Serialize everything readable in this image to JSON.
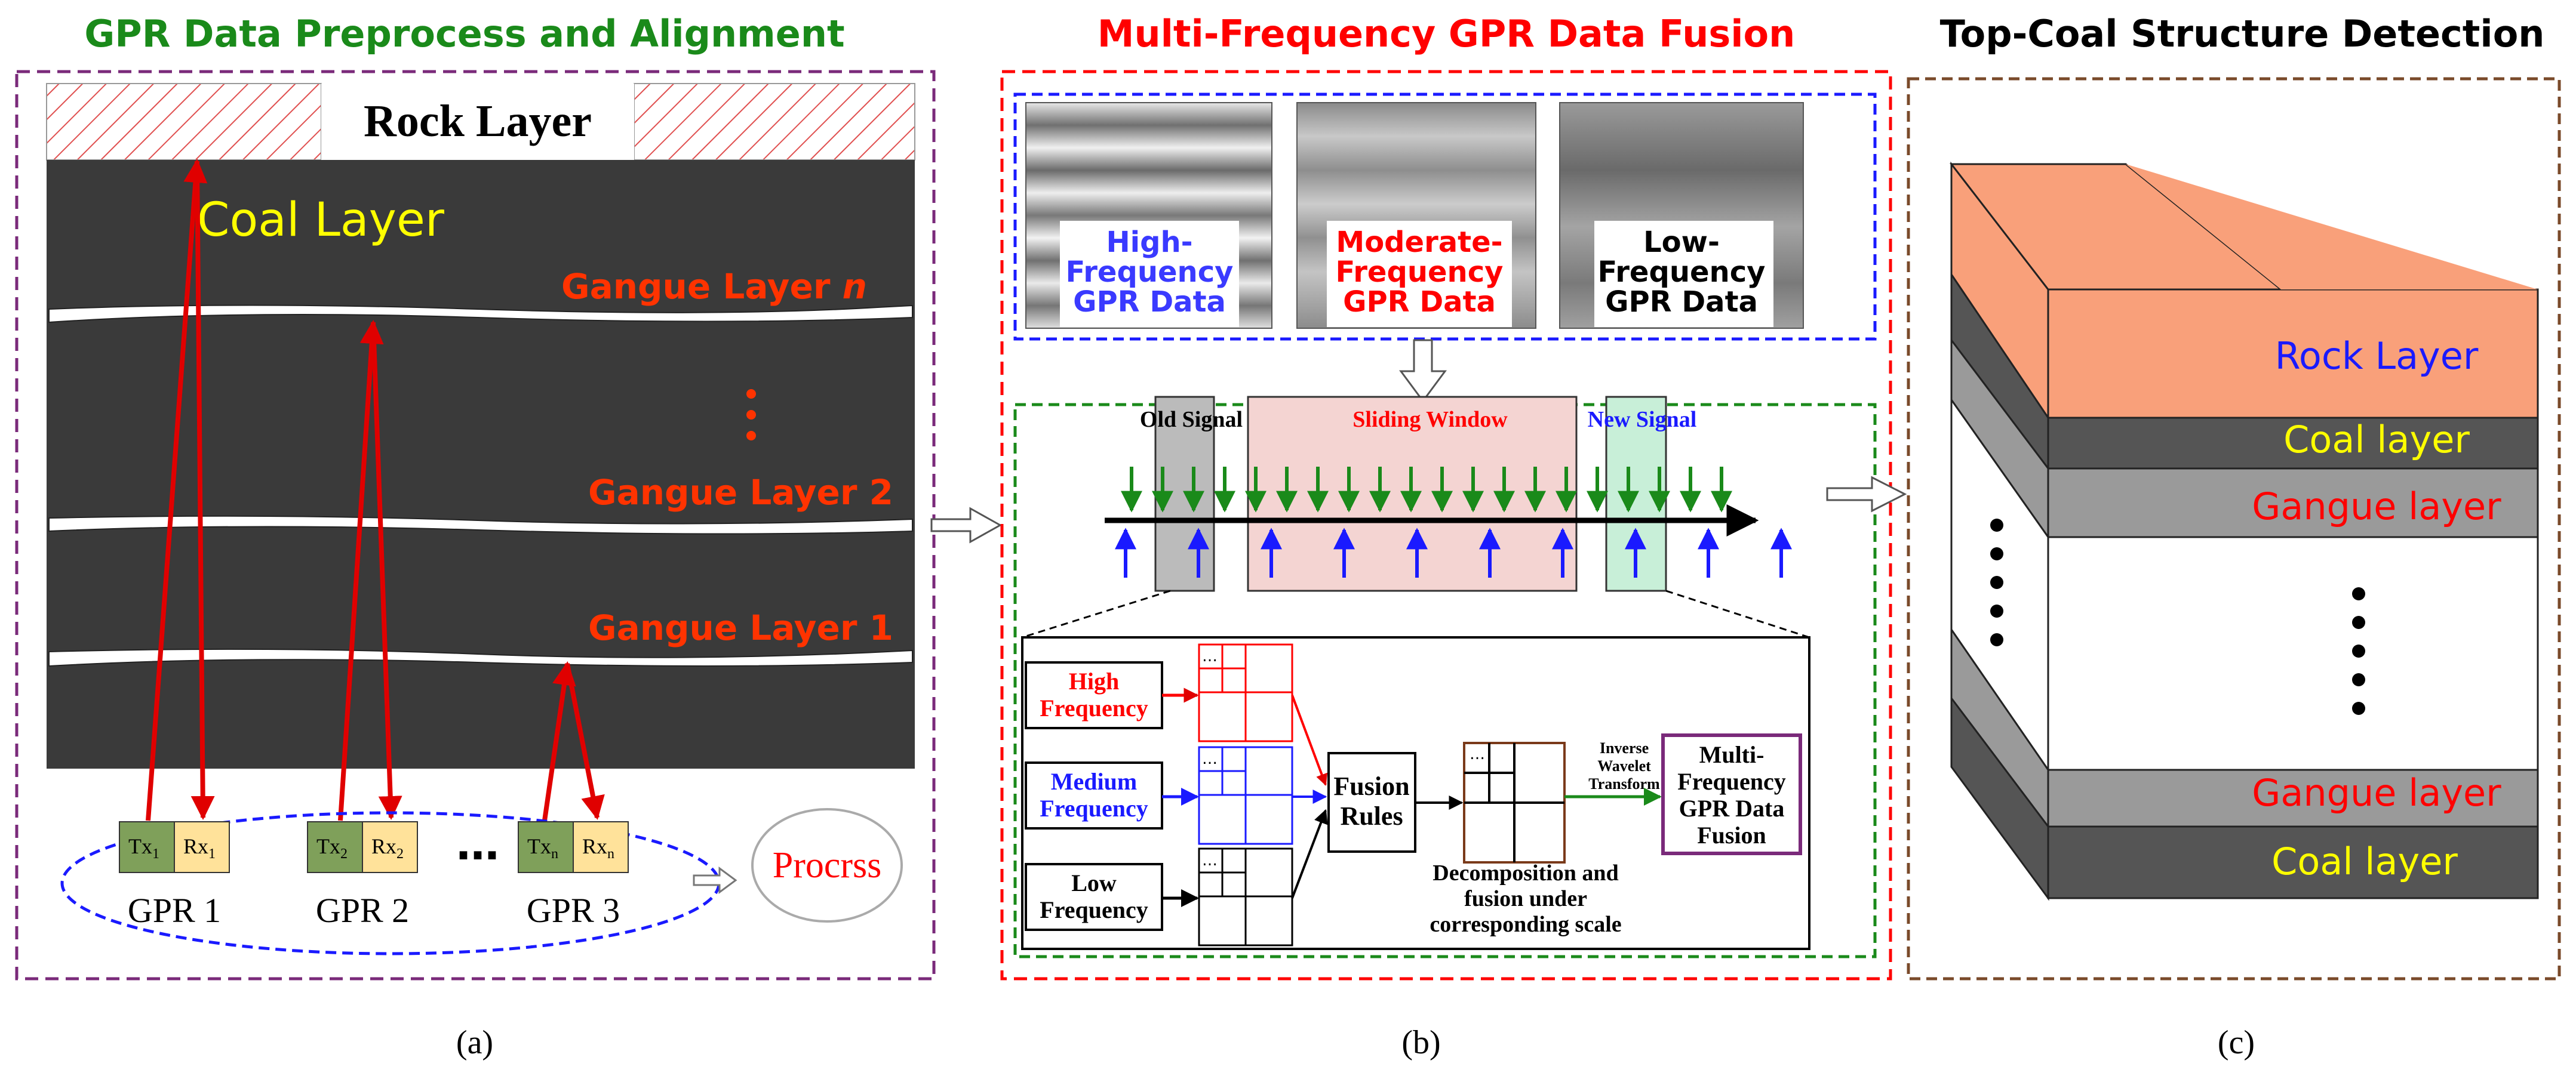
{
  "panel_a": {
    "title": "GPR Data Preprocess and Alignment",
    "rock_layer": "Rock Layer",
    "coal_layer": "Coal Layer",
    "gangue_n": "Gangue Layer ",
    "gangue_n_italic": "n",
    "gangue_2": "Gangue Layer 2",
    "gangue_1": "Gangue Layer 1",
    "tx": "Tx",
    "rx": "Rx",
    "sub_1": "1",
    "sub_2": "2",
    "sub_n": "n",
    "ellipsis": "…",
    "gpr_1": "GPR 1",
    "gpr_2": "GPR 2",
    "gpr_3": "GPR 3",
    "process": "Procrss",
    "caption": "(a)"
  },
  "panel_b": {
    "title": "Multi-Frequency GPR Data Fusion",
    "high_freq": [
      "High-",
      "Frequency",
      "GPR Data"
    ],
    "mod_freq": [
      "Moderate-",
      "Frequency",
      "GPR Data"
    ],
    "low_freq": [
      "Low-",
      "Frequency",
      "GPR Data"
    ],
    "old_signal": "Old Signal",
    "sliding_window": "Sliding Window",
    "new_signal": "New Signal",
    "high_box": [
      "High",
      "Frequency"
    ],
    "medium_box": [
      "Medium",
      "Frequency"
    ],
    "low_box": [
      "Low",
      "Frequency"
    ],
    "fusion_rules": [
      "Fusion",
      "Rules"
    ],
    "inverse_wavelet": [
      "Inverse",
      "Wavelet",
      "Transform"
    ],
    "multi_freq_fusion": [
      "Multi-",
      "Frequency",
      "GPR Data",
      "Fusion"
    ],
    "decomposition": [
      "Decomposition and",
      "fusion under",
      "corresponding scale"
    ],
    "dots": "…",
    "caption": "(b)"
  },
  "panel_c": {
    "title": "Top-Coal Structure Detection",
    "rock_layer": "Rock Layer",
    "coal_layer_top": "Coal layer",
    "gangue_layer_top": "Gangue layer",
    "gangue_layer_bottom": "Gangue layer",
    "coal_layer_bottom": "Coal layer",
    "caption": "(c)"
  },
  "colors": {
    "green_title": "#1a8a1a",
    "red_title": "#ff0000",
    "coal_dark": "#3a3a3a",
    "gangue_label": "#ff3300",
    "coal_label": "#ffff00",
    "blue": "#1a1aff",
    "rock_orange": "#f9a07a",
    "purple_border": "#7a2a7a",
    "brown_border": "#7a4a2a"
  }
}
